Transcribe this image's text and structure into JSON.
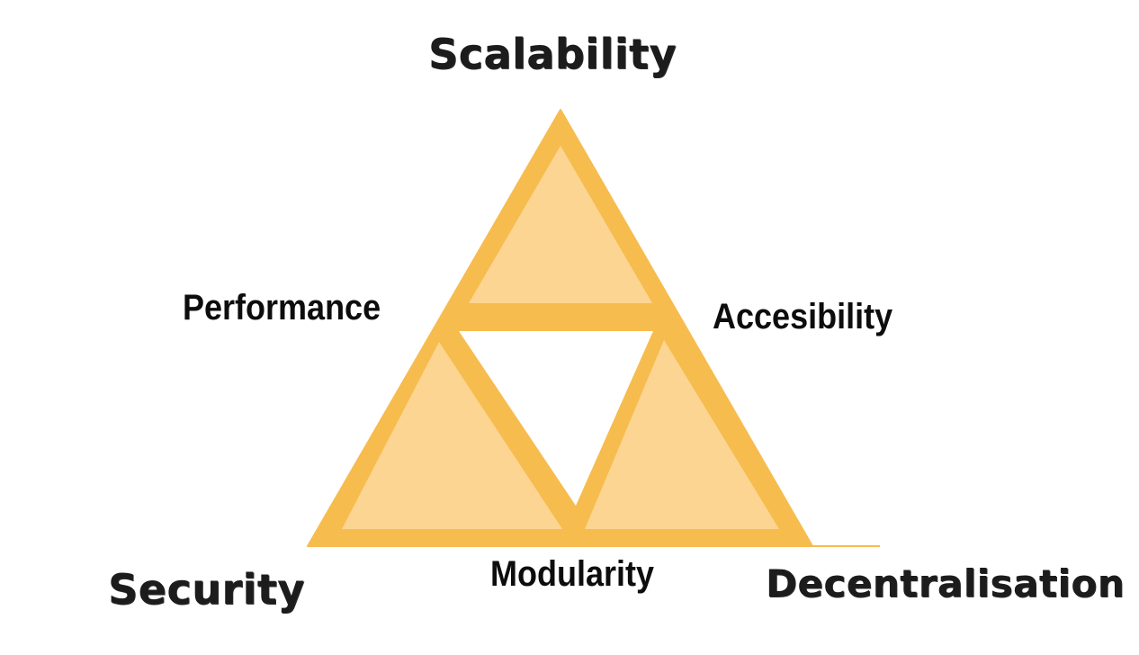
{
  "diagram": {
    "colors": {
      "outline": "#F7BC4E",
      "fill": "#FCD592",
      "center": "#FFFFFF",
      "text": "#111111"
    },
    "corners": {
      "top": "Scalability",
      "bottom_left": "Security",
      "bottom_right": "Decentralisation"
    },
    "edges": {
      "left": "Performance",
      "right": "Accesibility",
      "bottom": "Modularity"
    }
  }
}
